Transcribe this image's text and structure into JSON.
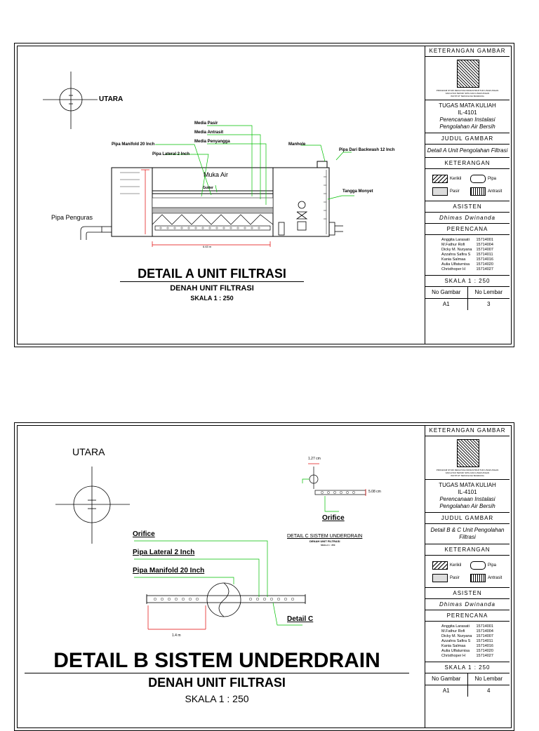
{
  "title_block": {
    "header": "KETERANGAN GAMBAR",
    "course_title": "TUGAS MATA KULIAH",
    "course_code": "IL-4101",
    "course_name": "Perencanaan Instalasi Pengolahan Air Bersih",
    "drawing_title_header": "JUDUL GAMBAR",
    "legend_header": "KETERANGAN",
    "legend": {
      "kerikil": "Kerikil",
      "pipa": "Pipa",
      "pasir": "Pasir",
      "antrasit": "Antrasit"
    },
    "assistant_header": "ASISTEN",
    "assistant": "Dhimas Dwinanda",
    "planner_header": "PERENCANA",
    "members": [
      {
        "name": "Anggita Larasati",
        "id": "15714001"
      },
      {
        "name": "M.Fathur Rofi",
        "id": "15714004"
      },
      {
        "name": "Dicky M. Nuryana",
        "id": "15714007"
      },
      {
        "name": "Azzahra Safira S",
        "id": "15714011"
      },
      {
        "name": "Kania Salmaa",
        "id": "15714016"
      },
      {
        "name": "Aulia Ulfaturnisa",
        "id": "15714020"
      },
      {
        "name": "Christhoper H",
        "id": "15714027"
      }
    ],
    "scale": "SKALA 1 : 250",
    "no_gambar_label": "No Gambar",
    "no_lembar_label": "No Lembar"
  },
  "sheet1": {
    "drawing_title": "Detail A Unit Pengolahan Filtrasi",
    "no_gambar": "A1",
    "no_lembar": "3",
    "north": "UTARA",
    "labels": {
      "media_pasir": "Media Pasir",
      "media_antrasit": "Media Antrasit",
      "media_penyangga": "Media Penyangga",
      "pipa_manifold": "Pipa Manifold 20 Inch",
      "pipa_lateral": "Pipa Lateral 2 Inch",
      "manhole": "Manhole",
      "pipa_backwash": "Pipa Dari Backwash 12 Inch",
      "muka_air": "Muka Air",
      "gutter": "Gutter",
      "tangga": "Tangga Monyet",
      "pipa_penguras": "Pipa Penguras",
      "dim": "6.63 m"
    },
    "title": "DETAIL A UNIT FILTRASI",
    "subtitle": "DENAH UNIT FILTRASI",
    "scale": "SKALA 1 : 250"
  },
  "sheet2": {
    "drawing_title": "Detail B & C Unit Pengolahan Filtrasi",
    "no_gambar": "A1",
    "no_lembar": "4",
    "north": "UTARA",
    "labels": {
      "orifice": "Orifice",
      "pipa_lateral": "Pipa Lateral 2 Inch",
      "pipa_manifold": "Pipa Manifold 20 Inch",
      "detail_c": "Detail C",
      "detail_c_title": "DETAIL C SISTEM UNDERDRAIN",
      "detail_c_sub": "DENAH UNIT FILTRASI",
      "detail_c_scale": "SKALA 1 : 250",
      "orifice_c": "Orifice",
      "dim_127": "1.27 cm",
      "dim_508": "5.08 cm",
      "dim_14": "1.4 m"
    },
    "title": "DETAIL B SISTEM UNDERDRAIN",
    "subtitle": "DENAH UNIT FILTRASI",
    "scale": "SKALA 1 : 250"
  }
}
